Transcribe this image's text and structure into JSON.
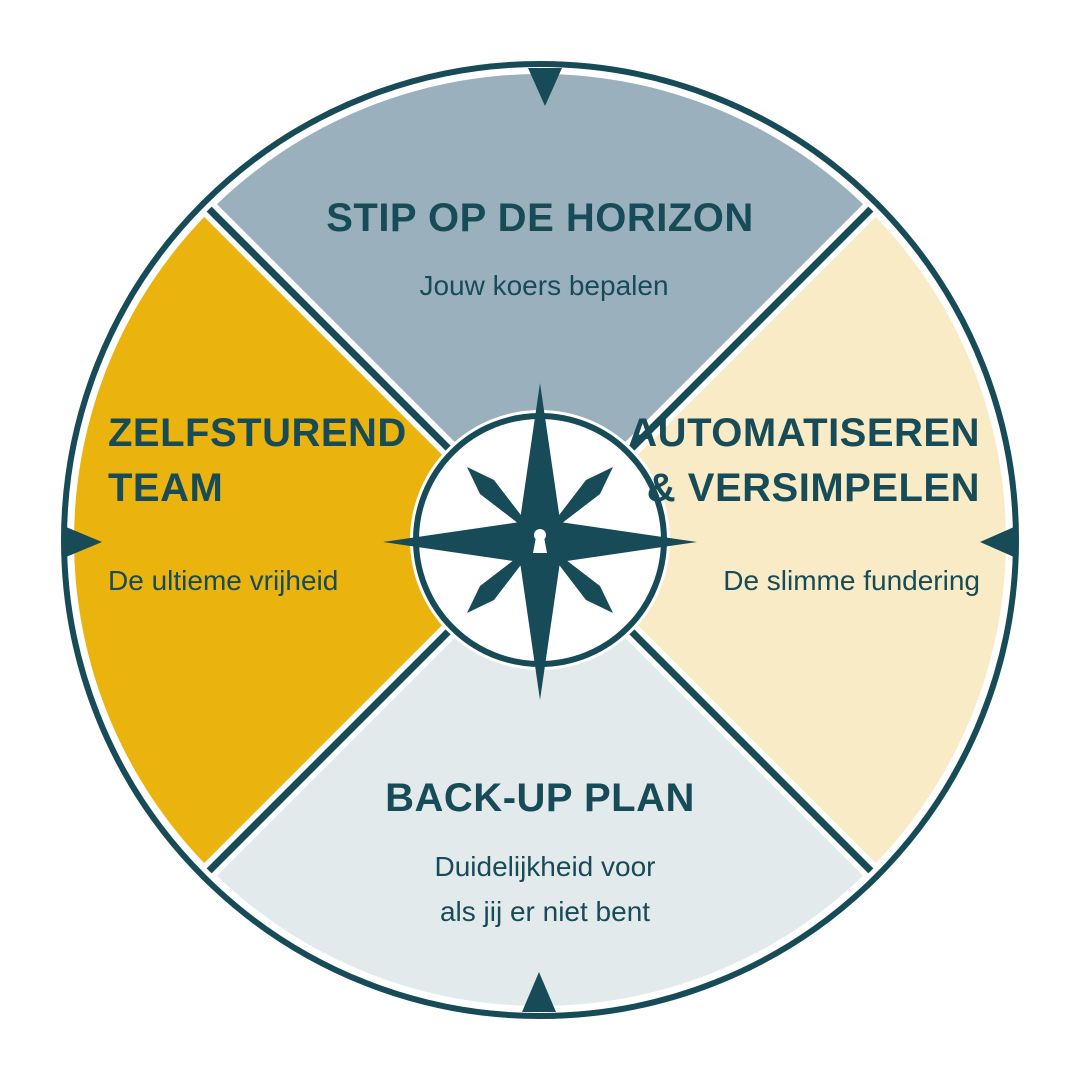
{
  "colors": {
    "ring": "#164B57",
    "north_quadrant": "#9AB1BD",
    "east_quadrant": "#F8EBC5",
    "south_quadrant": "#E3EAEC",
    "west_quadrant": "#EBB30E",
    "center_disc": "#FFFFFF",
    "compass_star": "#164B57"
  },
  "quadrants": {
    "north": {
      "title": "STIP OP DE HORIZON",
      "subtitle": "Jouw koers bepalen"
    },
    "east": {
      "title_line1": "AUTOMATISEREN",
      "title_line2": "& VERSIMPELEN",
      "subtitle": "De slimme fundering"
    },
    "south": {
      "title": "BACK-UP PLAN",
      "subtitle_line1": "Duidelijkheid voor",
      "subtitle_line2": "als jij er niet bent"
    },
    "west": {
      "title_line1": "ZELFSTUREND",
      "title_line2": "TEAM",
      "subtitle": "De ultieme vrijheid"
    }
  },
  "icons": {
    "center": "compass-star-icon",
    "lock": "keyhole-icon",
    "markers": [
      "north-marker-icon",
      "east-marker-icon",
      "south-marker-icon",
      "west-marker-icon"
    ]
  }
}
